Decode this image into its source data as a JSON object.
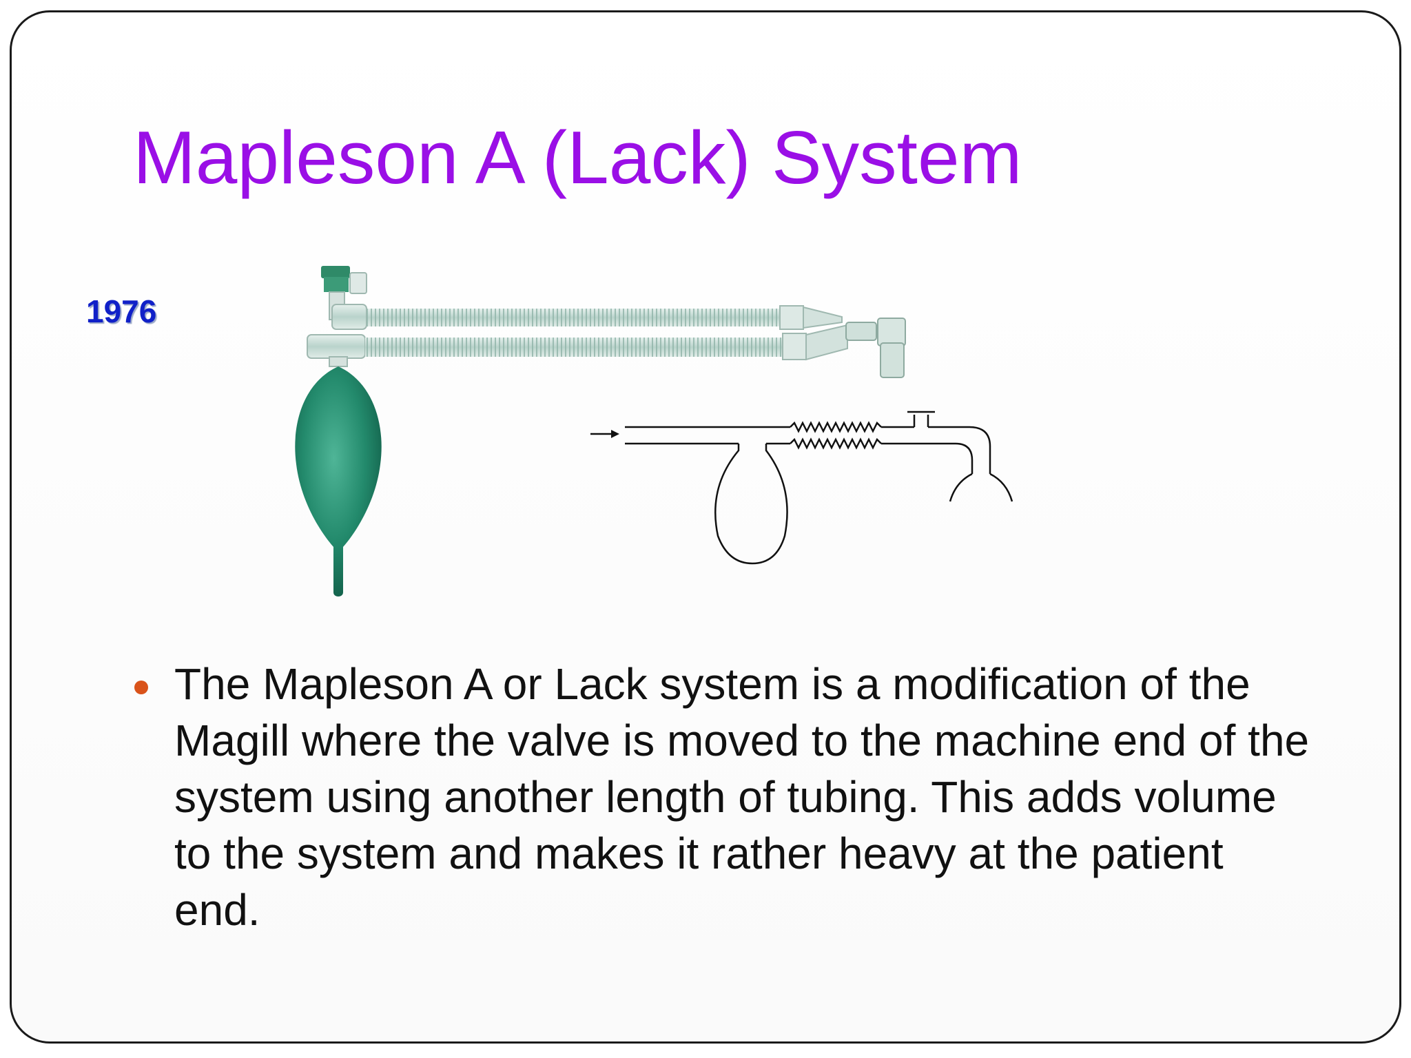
{
  "slide": {
    "title": "Mapleson A (Lack) System",
    "year_label": "1976",
    "bullets": [
      "The Mapleson A or Lack system is a modification of the Magill where the valve is moved to the machine end of the system using another length of tubing. This adds volume to the system and makes it rather heavy at the patient end."
    ]
  },
  "colors": {
    "title": "#9a0fe6",
    "year": "#1020c8",
    "bullet_marker": "#d9531a",
    "bag": "#238a6c",
    "tubing": "#c7dcd5"
  },
  "icons": {
    "bullet_marker": "orange-dot"
  }
}
